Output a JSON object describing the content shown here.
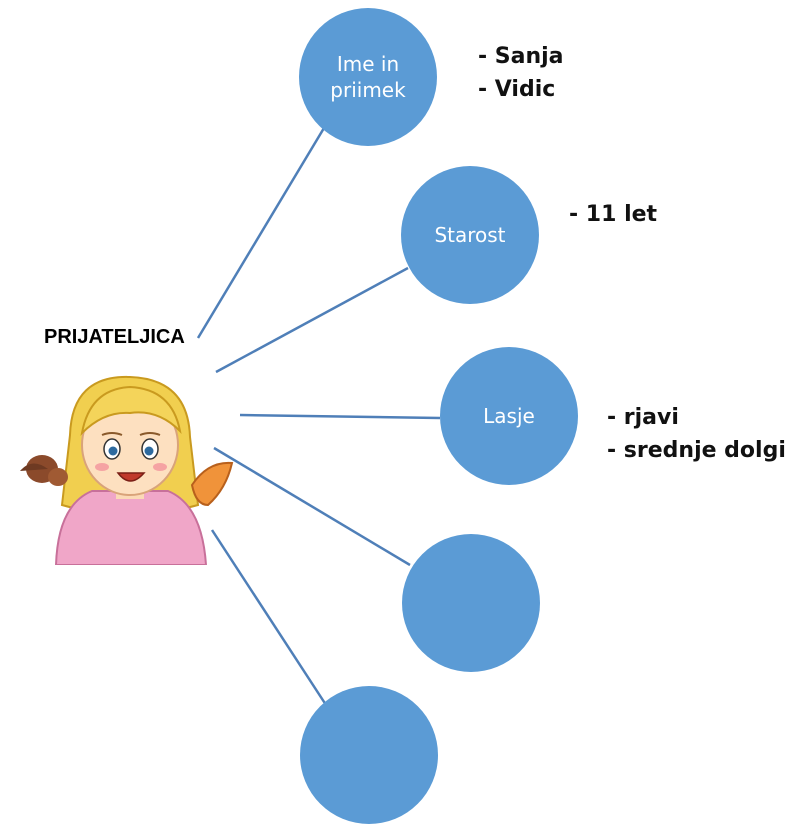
{
  "central": {
    "title": "PRIJATELJICA",
    "picture": "girl-illustration"
  },
  "nodes": [
    {
      "id": "name",
      "label_lines": [
        "Ime in",
        "priimek"
      ],
      "notes": [
        "- Sanja",
        "- Vidic"
      ]
    },
    {
      "id": "age",
      "label_lines": [
        "Starost"
      ],
      "notes": [
        "- 11 let"
      ]
    },
    {
      "id": "hair",
      "label_lines": [
        "Lasje"
      ],
      "notes": [
        "- rjavi",
        "- srednje dolgi"
      ]
    },
    {
      "id": "empty-1",
      "label_lines": [],
      "notes": []
    },
    {
      "id": "empty-2",
      "label_lines": [],
      "notes": []
    }
  ],
  "colors": {
    "node_fill": "#5b9bd5",
    "connector": "#4f7fb8"
  }
}
